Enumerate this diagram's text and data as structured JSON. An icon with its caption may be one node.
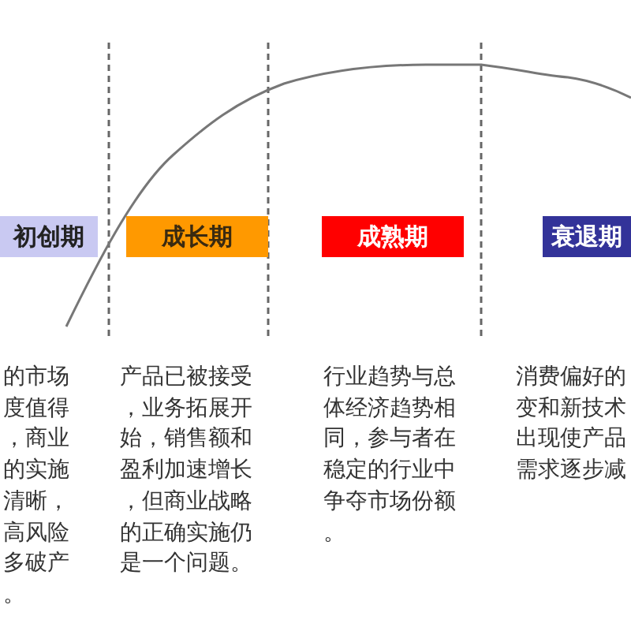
{
  "diagram": {
    "nodes": [
      {
        "text": [
          "初创期"
        ]
      },
      {
        "text": [
          "成长期"
        ]
      },
      {
        "text": [
          "成熟期"
        ]
      },
      {
        "text": [
          "衰退期"
        ]
      }
    ],
    "labels": [
      "的市场度值得，商业的实施清晰，高风险多破产。",
      "产品已被接受，业务拓展开始，销售额和盈利加速增长，但商业战略的正确实施仍是一个问题。",
      "行业趋势与总体经济趋势相同，参与者在稳定的行业中争夺市场份额。",
      "消费偏好的变和新技术出现使产品需求逐步减"
    ]
  }
}
